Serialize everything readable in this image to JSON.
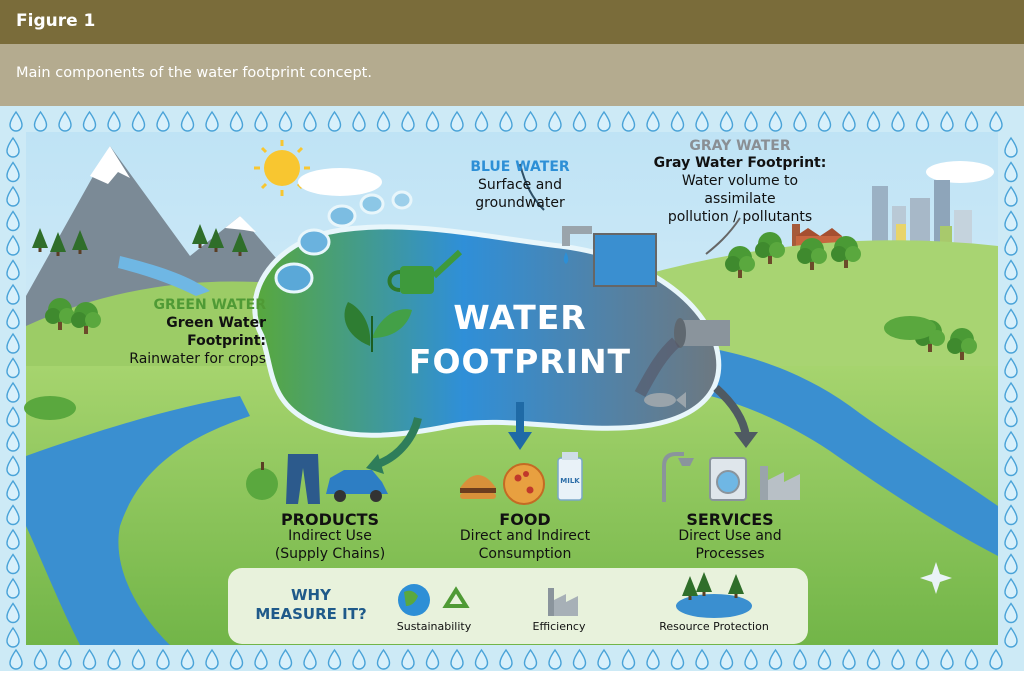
{
  "header": {
    "figure_label": "Figure 1"
  },
  "caption": {
    "text": "Main components of the water footprint concept."
  },
  "center": {
    "line1": "WATER",
    "line2": "FOOTPRINT"
  },
  "blue_water": {
    "title": "BLUE WATER",
    "desc_line1": "Surface and",
    "desc_line2": "groundwater"
  },
  "gray_water": {
    "title": "GRAY WATER",
    "line1": "Gray Water Footprint:",
    "line2": "Water volume to",
    "line3": "assimilate",
    "line4": "pollution / pollutants"
  },
  "green_water": {
    "title": "GREEN WATER",
    "line1": "Green Water",
    "line2": "Footprint:",
    "line3": "Rainwater for crops"
  },
  "products": {
    "title": "PRODUCTS",
    "line1": "Indirect Use",
    "line2": "(Supply Chains)"
  },
  "food": {
    "title": "FOOD",
    "line1": "Direct and Indirect",
    "line2": "Consumption",
    "milk_label": "MILK"
  },
  "services": {
    "title": "SERVICES",
    "line1": "Direct Use and",
    "line2": "Processes"
  },
  "why": {
    "line1": "WHY",
    "line2": "MEASURE IT?",
    "items": [
      "Sustainability",
      "Efficiency",
      "Resource Protection"
    ]
  },
  "colors": {
    "header": "#7a6c3a",
    "caption": "#b4ab8f",
    "blue": "#2d8fd6",
    "green": "#4f9a35",
    "gray": "#8a8f94",
    "river": "#3a8fd0",
    "grass": "#8cc55a"
  }
}
